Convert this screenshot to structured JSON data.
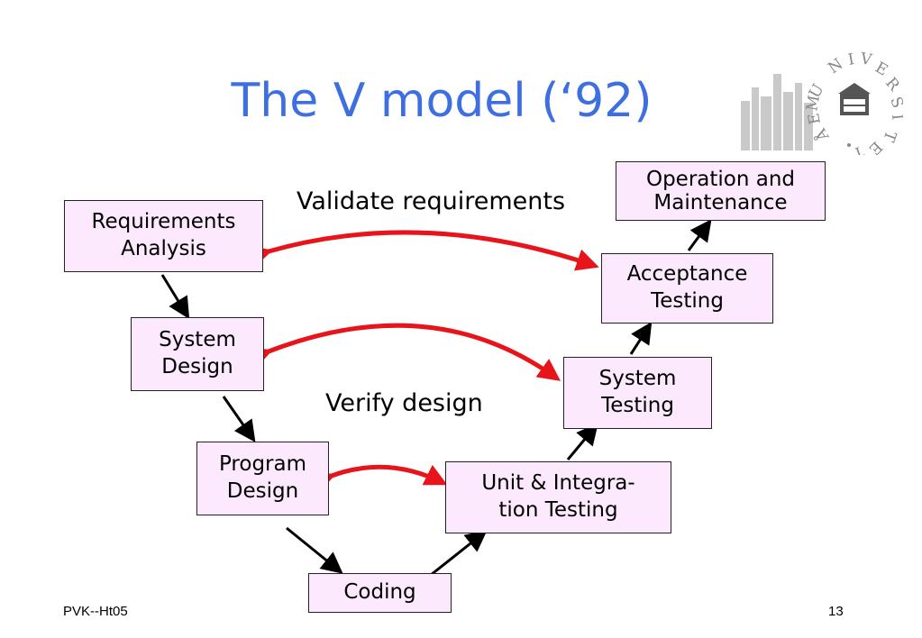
{
  "slide": {
    "title": "The V model (‘92)",
    "footer_left": "PVK--Ht05",
    "page_number": "13"
  },
  "boxes": {
    "requirements": "Requirements\nAnalysis",
    "system_design": "System\nDesign",
    "program_design": "Program\nDesign",
    "coding": "Coding",
    "unit_testing": "Unit & Integra-\ntion Testing",
    "system_testing": "System\nTesting",
    "acceptance": "Acceptance\nTesting",
    "operation": "Operation and\nMaintenance"
  },
  "labels": {
    "validate": "Validate requirements",
    "verify": "Verify design"
  },
  "logo": {
    "text": "UMEÅ UNIVERSITET"
  },
  "colors": {
    "title": "#3e6fe0",
    "box_fill": "#fde9fd",
    "red_arrow": "#e8141b"
  }
}
